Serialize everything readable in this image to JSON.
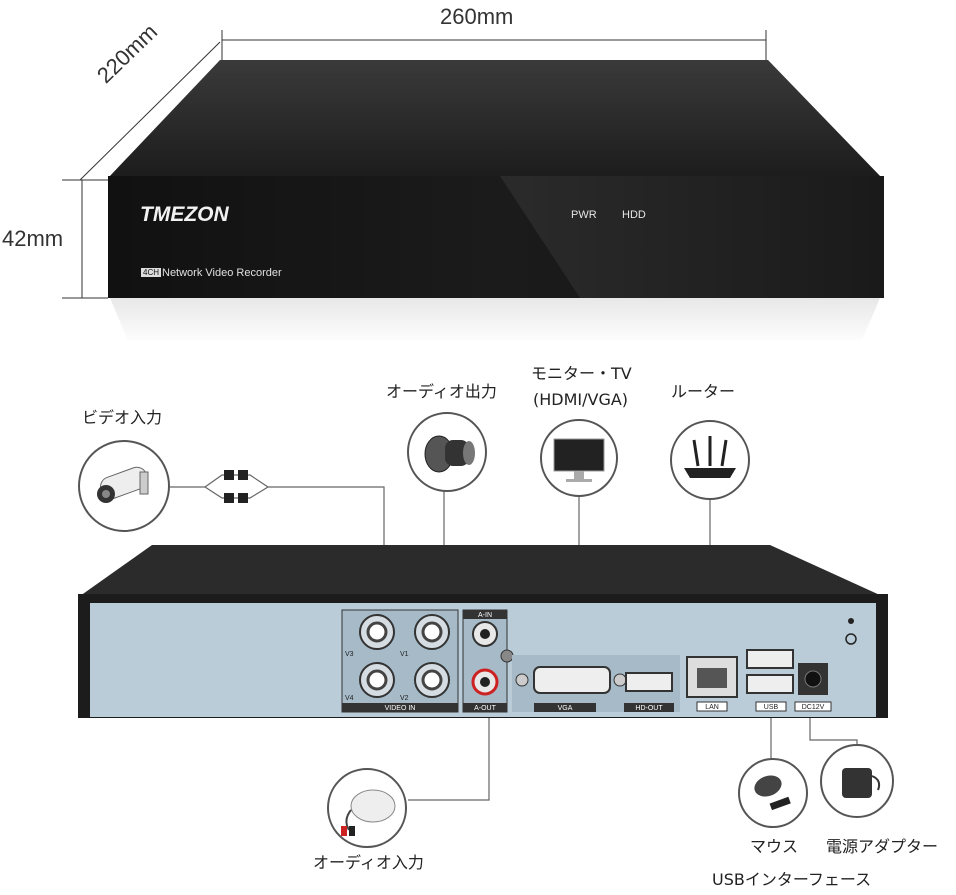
{
  "dimensions": {
    "width": "260mm",
    "depth": "220mm",
    "height": "42mm"
  },
  "front_panel": {
    "brand": "TMEZON",
    "model_badge": "4CH",
    "model_text": "Network Video Recorder",
    "indicators": [
      "PWR",
      "HDD"
    ]
  },
  "callouts": {
    "video_in": "ビデオ入力",
    "audio_out": "オーディオ出力",
    "monitor_line1": "モニター・TV",
    "monitor_line2": "(HDMI/VGA)",
    "router": "ルーター",
    "audio_in": "オーディオ入力",
    "mouse": "マウス",
    "power_adapter": "電源アダプター",
    "usb_interface": "USBインターフェース"
  },
  "rear_panel_labels": {
    "video_in": "VIDEO IN",
    "a_in": "A-IN",
    "a_out": "A-OUT",
    "vga": "VGA",
    "hd_out": "HD-OUT",
    "lan": "LAN",
    "usb": "USB",
    "dc": "DC12V",
    "v1": "V1",
    "v2": "V2",
    "v3": "V3",
    "v4": "V4"
  },
  "colors": {
    "panel_blue": "#b9ccd8",
    "chassis": "#2a2a2a",
    "line": "#666666"
  }
}
